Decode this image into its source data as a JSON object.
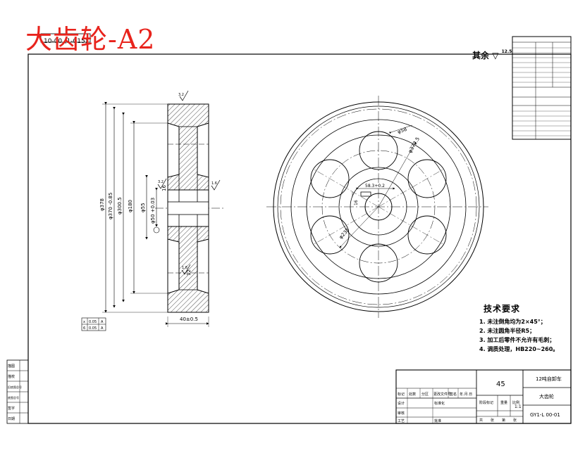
{
  "title_overlay": "大齿轮-A2",
  "sheet_stamp": "10-00 (1-015)",
  "surface_finish_note": "其余",
  "surface_finish_value": "12.5",
  "side_view": {
    "dims_vertical": [
      "φ378",
      "φ370 -0.85",
      "φ300.5",
      "φ180",
      "φ55",
      "φ50 +0.03"
    ],
    "keyway_dims": [
      "16",
      "12"
    ],
    "bottom_dim": "40±0.5",
    "left_table": [
      [
        "x",
        "0.05",
        "A"
      ],
      [
        "6",
        "0.05",
        "A"
      ]
    ],
    "roughness_labels": [
      "3.2",
      "1.6",
      "3.2",
      "1.6"
    ]
  },
  "front_view": {
    "dims": [
      "φ58",
      "φ372.5",
      "φ235",
      "58.3+0.2",
      "16"
    ]
  },
  "tech_requirements": {
    "title": "技术要求",
    "items": [
      "1. 未注倒角均为2×45°；",
      "2. 未注圆角半径R5；",
      "3. 加工后零件不允许有毛刺；",
      "4. 调质处理，HB220~260。"
    ]
  },
  "title_block": {
    "material": "45",
    "project": "12吨自卸车",
    "part_name": "大齿轮",
    "drawing_no": "GY1-L 00-01",
    "scale": "1:1",
    "labels_row1": [
      "标记",
      "处数",
      "分区",
      "更改文件号",
      "签名",
      "年.月.日"
    ],
    "labels_row2": [
      "设计",
      "标准化"
    ],
    "labels_row3": [
      "审核"
    ],
    "labels_row4": [
      "工艺",
      "批准"
    ],
    "stage_labels": [
      "阶段标记",
      "重量",
      "比例"
    ],
    "sheet_labels": [
      "共",
      "张",
      "第",
      "张"
    ]
  },
  "side_margin_labels": [
    "描图",
    "描校",
    "旧底图总号",
    "底图总号",
    "签字",
    "日期"
  ]
}
